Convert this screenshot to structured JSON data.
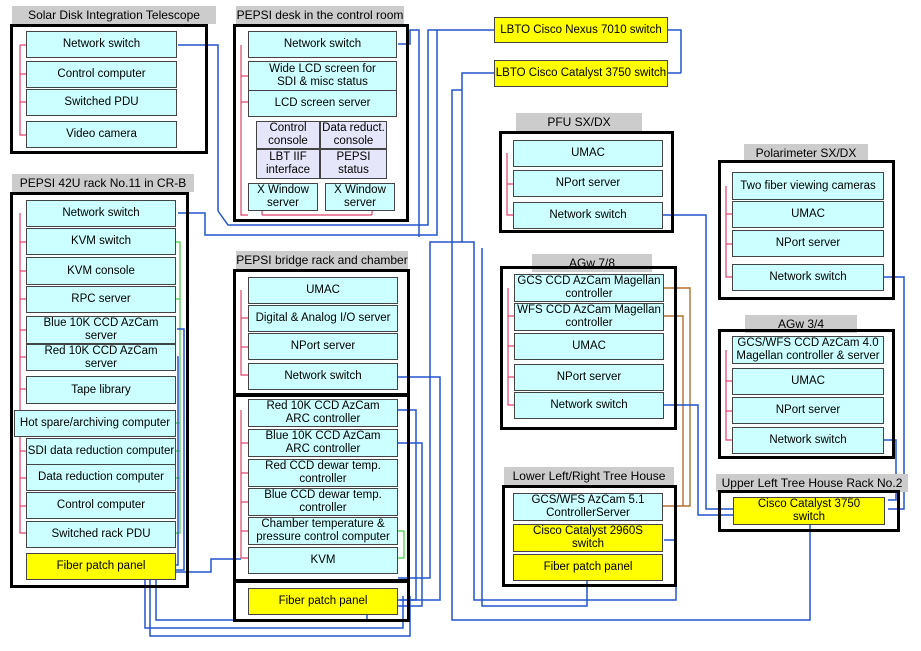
{
  "colors": {
    "cyan": "#ccffff",
    "yellow": "#ffff00",
    "lavender": "#e6e6fa",
    "title": "#cccccc",
    "blue": "#2255cc",
    "pink": "#e0406a",
    "green": "#44cc44",
    "brown": "#b07030"
  },
  "sdi": {
    "title": "Solar Disk Integration Telescope",
    "items": [
      "Network switch",
      "Control computer",
      "Switched PDU",
      "Video camera"
    ]
  },
  "desk": {
    "title": "PEPSI desk in the control room",
    "network_switch": "Network switch",
    "wide_lcd": "Wide LCD screen for\nSDI & misc status",
    "lcd_server": "LCD screen server",
    "control_console": "Control\nconsole",
    "data_reduct_console": "Data reduct.\nconsole",
    "lbt_iif": "LBT IIF\ninterface",
    "pepsi_status": "PEPSI\nstatus",
    "xwin1": "X Window\nserver",
    "xwin2": "X Window\nserver"
  },
  "lbto": {
    "nexus": "LBTO Cisco Nexus 7010 switch",
    "catalyst": "LBTO Cisco Catalyst 3750 switch"
  },
  "rack": {
    "title": "PEPSI 42U rack No.11 in CR-B",
    "items": [
      "Network switch",
      "KVM switch",
      "KVM console",
      "RPC server",
      "Blue 10K CCD AzCam server",
      "Red 10K CCD AzCam server",
      "Tape library",
      "Hot spare/archiving computer",
      "SDI data reduction computer",
      "Data reduction computer",
      "Control computer",
      "Switched rack PDU"
    ],
    "fiber": "Fiber patch panel"
  },
  "bridge": {
    "title": "PEPSI bridge rack and chamber",
    "upper": [
      "UMAC",
      "Digital & Analog I/O server",
      "NPort server",
      "Network switch"
    ],
    "lower": [
      "Red 10K CCD AzCam\nARC controller",
      "Blue 10K CCD AzCam\nARC controller",
      "Red CCD dewar temp.\ncontroller",
      "Blue CCD dewar temp.\ncontroller",
      "Chamber temperature &\npressure control computer",
      "KVM"
    ],
    "fiber": "Fiber patch panel"
  },
  "pfu": {
    "title": "PFU SX/DX",
    "items": [
      "UMAC",
      "NPort server",
      "Network switch"
    ]
  },
  "agw78": {
    "title": "AGw 7/8",
    "items": [
      "GCS CCD AzCam Magellan\ncontroller",
      "WFS CCD AzCam Magellan\ncontroller",
      "UMAC",
      "NPort server",
      "Network switch"
    ]
  },
  "lower_tree": {
    "title": "Lower Left/Right Tree House",
    "server": "GCS/WFS AzCam 5.1\nControllerServer",
    "switch": "Cisco Catalyst 2960S\nswitch",
    "fiber": "Fiber patch panel"
  },
  "polarimeter": {
    "title": "Polarimeter SX/DX",
    "items": [
      "Two fiber viewing cameras",
      "UMAC",
      "NPort server",
      "Network switch"
    ]
  },
  "agw34": {
    "title": "AGw 3/4",
    "items": [
      "GCS/WFS CCD AzCam 4.0\nMagellan controller & server",
      "UMAC",
      "NPort server",
      "Network switch"
    ]
  },
  "upper_tree": {
    "title": "Upper Left Tree House Rack No.2",
    "switch": "Cisco Catalyst 3750\nswitch"
  }
}
